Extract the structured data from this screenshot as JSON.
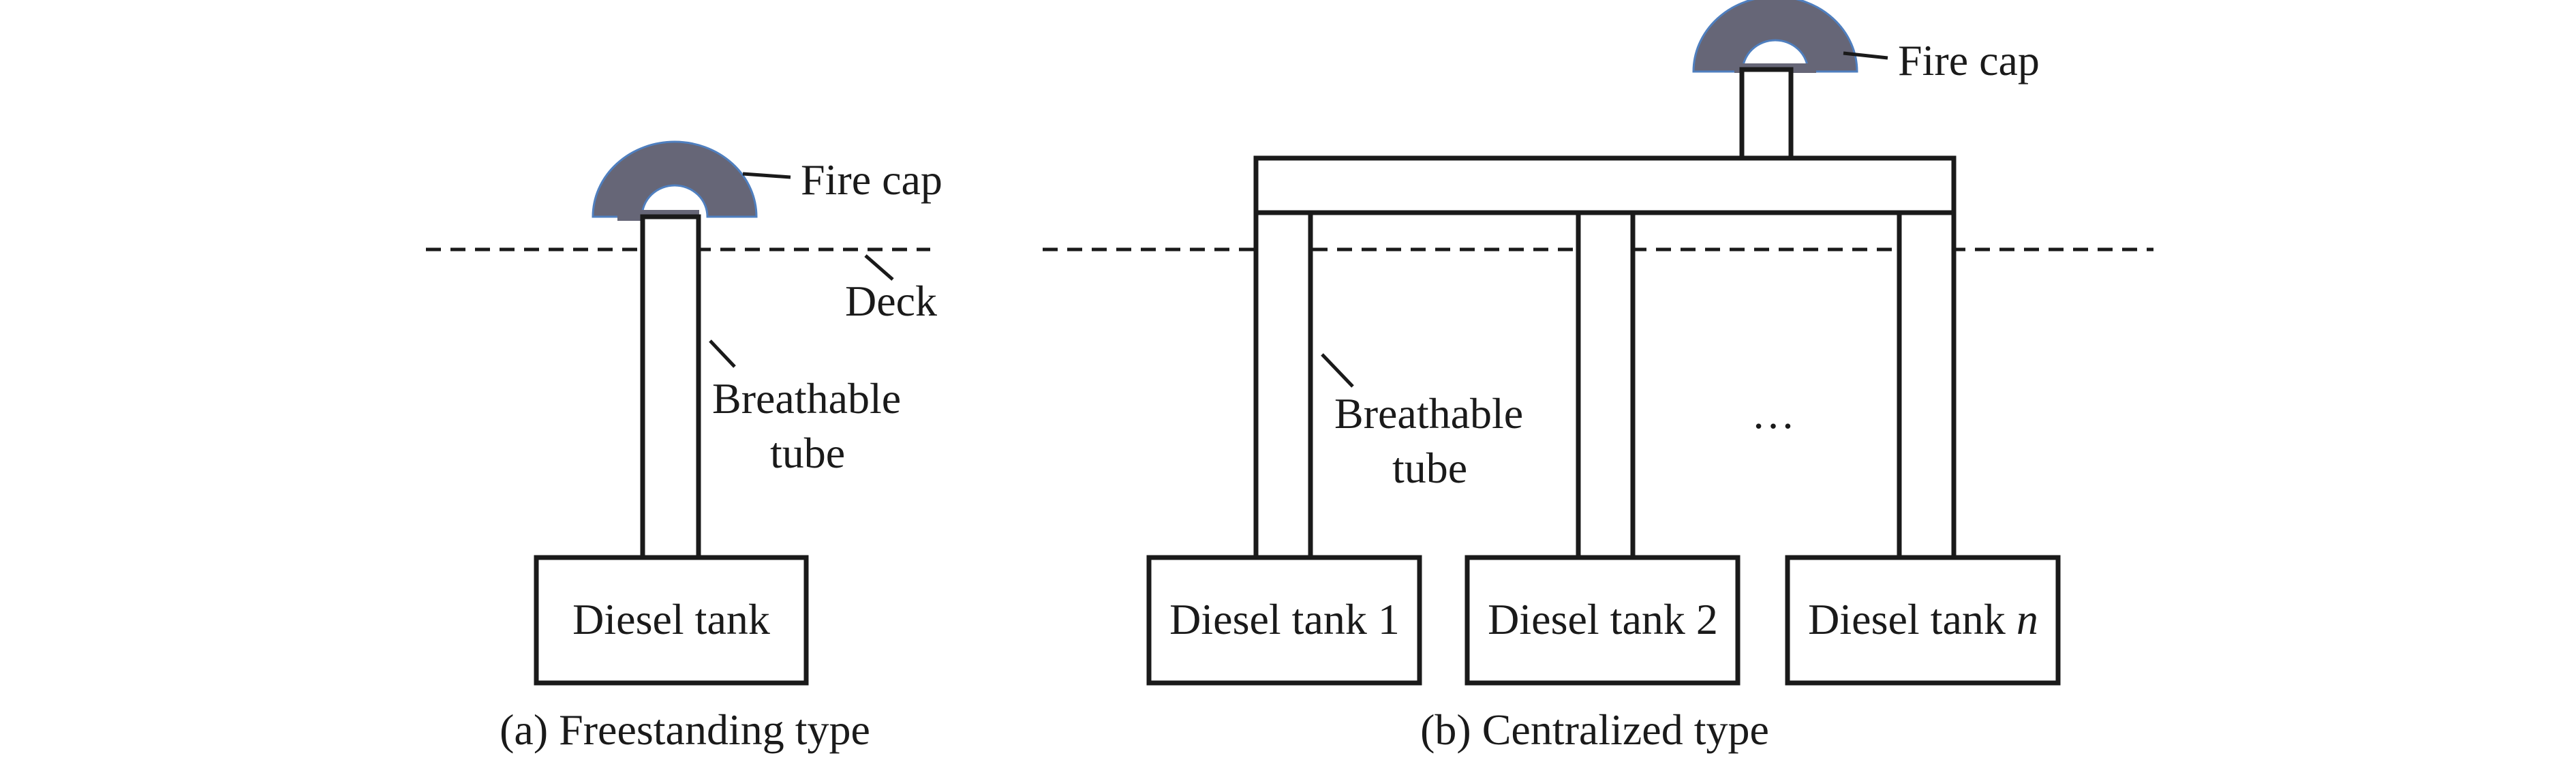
{
  "colors": {
    "stroke": "#1a1a1a",
    "fire_cap_fill": "#666677",
    "fire_cap_outline": "#4f7fbf",
    "background": "#ffffff"
  },
  "left_panel": {
    "fire_cap_label": "Fire cap",
    "deck_label": "Deck",
    "tube_label_line1": "Breathable",
    "tube_label_line2": "tube",
    "tank_label": "Diesel tank",
    "caption": "(a) Freestanding type"
  },
  "right_panel": {
    "fire_cap_label": "Fire cap",
    "tube_label_line1": "Breathable",
    "tube_label_line2": "tube",
    "ellipsis": "…",
    "tank1_label": "Diesel tank 1",
    "tank2_label": "Diesel tank 2",
    "tankn_label_prefix": "Diesel tank ",
    "tankn_label_var": "n",
    "caption": "(b) Centralized type"
  }
}
